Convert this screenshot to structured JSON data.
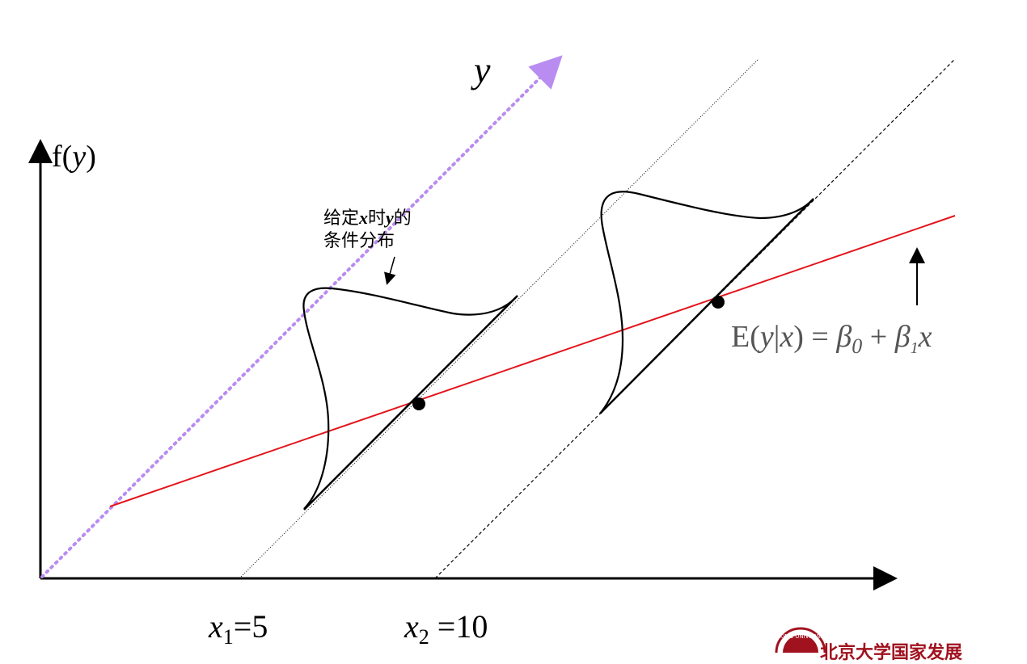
{
  "labels": {
    "fy_prefix": "f(",
    "fy_var": "y",
    "fy_suffix": ")",
    "y_axis_var": "y",
    "annotation_line1_a": "给定",
    "annotation_line1_x": "x",
    "annotation_line1_b": "时",
    "annotation_line1_y": "y",
    "annotation_line1_c": "的",
    "annotation_line2": "条件分布",
    "regression_E": "E(",
    "regression_y": "y",
    "regression_bar": "|",
    "regression_x": "x",
    "regression_eq": ") = ",
    "regression_b0": "β",
    "regression_b0_sub": "0",
    "regression_plus": " + ",
    "regression_b1": "β",
    "regression_b1_sub": "1",
    "regression_x2": "x",
    "x1_var": "x",
    "x1_sub": "1",
    "x1_val": "=5",
    "x2_var": "x",
    "x2_sub": "2",
    "x2_val": " =10"
  },
  "logo": {
    "text": "北京大学国家发展",
    "seal_text": "PEKING UNIVERSITY"
  },
  "colors": {
    "regression_line": "#e3141b",
    "dotted_axis": "#b88cf0",
    "logo_red": "#a0121e",
    "ink": "#000000"
  }
}
